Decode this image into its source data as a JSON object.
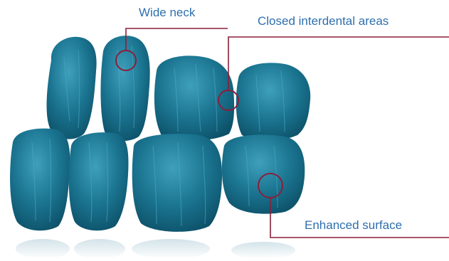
{
  "annotations": {
    "wide_neck": "Wide neck",
    "closed_interdental": "Closed interdental areas",
    "enhanced_surface": "Enhanced surface"
  },
  "colors": {
    "tooth_fill": "#1b7591",
    "tooth_highlight": "#3fa0bc",
    "tooth_shadow": "#0d5169",
    "leader_line": "#8b1f3a",
    "label_text": "#2e6fae",
    "reflection": "#d6e6ec"
  }
}
